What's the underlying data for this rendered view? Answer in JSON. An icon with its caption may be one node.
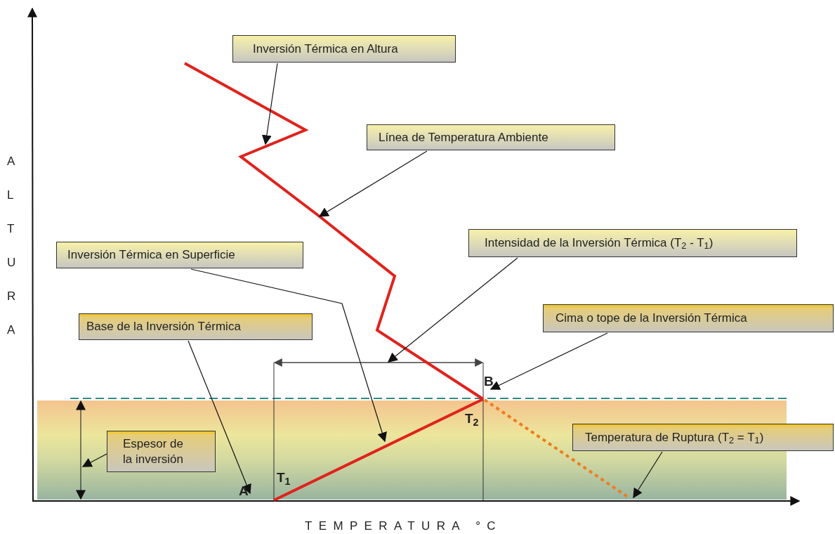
{
  "diagram": {
    "nodes": [
      {
        "text": [
          "Inversión Térmica en Altura"
        ]
      },
      {
        "text": [
          "Línea de Temperatura Ambiente"
        ]
      },
      {
        "text": [
          "Intensidad de la Inversión Térmica (T$_{2}$ - T$_{1}$)"
        ]
      },
      {
        "text": [
          "Inversión Térmica en Superficie"
        ]
      },
      {
        "text": [
          "Cima o tope de la Inversión Térmica"
        ]
      },
      {
        "text": [
          "Base de la Inversión Térmica"
        ]
      },
      {
        "text": [
          "Espesor de la inversión"
        ]
      },
      {
        "text": [
          "Temperatura de Ruptura (T$_{2}$ = T$_{1}$)"
        ]
      },
      {
        "text": [
          "B"
        ]
      },
      {
        "text": [
          "A"
        ]
      }
    ],
    "edges": [
      {
        "from": 0,
        "to": null,
        "arrow": "to"
      },
      {
        "from": 1,
        "to": null,
        "arrow": "to"
      },
      {
        "from": 2,
        "to": null,
        "arrow": "to"
      },
      {
        "from": 3,
        "to": null,
        "arrow": "to"
      },
      {
        "from": 4,
        "to": 8,
        "arrow": "to"
      },
      {
        "from": 5,
        "to": 9,
        "arrow": "to"
      },
      {
        "from": 6,
        "to": null,
        "arrow": "to"
      },
      {
        "from": 7,
        "to": null,
        "arrow": "to"
      }
    ],
    "labels": [
      "ALTURA",
      "T$_{2}$",
      "T$_{1}$",
      "TEMPERATURA °C"
    ]
  }
}
